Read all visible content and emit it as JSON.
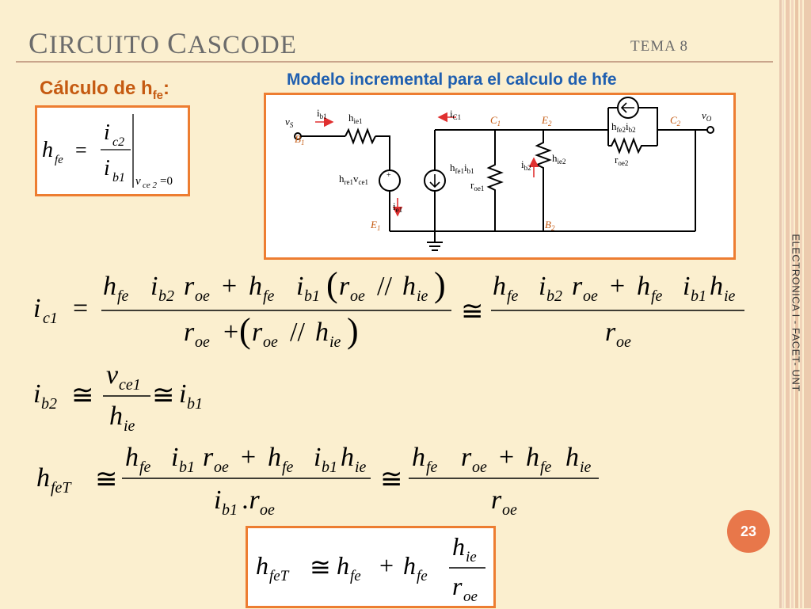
{
  "slide": {
    "title_first": "C",
    "title_rest1": "IRCUITO ",
    "title_second": "C",
    "title_rest2": "ASCODE",
    "tema": "TEMA 8",
    "calc_label": "Cálculo de h",
    "calc_label_sub": "fe",
    "calc_label_colon": ":",
    "model_title": "Modelo incremental para el calculo de hfe",
    "side_label": "ELECTRONICA I - FACET- UNT",
    "page_number": "23"
  },
  "colors": {
    "background": "#fbefcf",
    "accent_orange": "#ed7d31",
    "title_gray": "#6b6b6b",
    "model_title_blue": "#1f5fb0",
    "label_orange": "#c55a11",
    "current_arrow_red": "#e03030",
    "page_badge": "#e8774a"
  },
  "circuit": {
    "vs": "v",
    "vs_sub": "S",
    "vo": "v",
    "vo_sub": "O",
    "B1": "B",
    "B1_sub": "1",
    "E1": "E",
    "E1_sub": "1",
    "C1": "C",
    "C1_sub": "1",
    "E2": "E",
    "E2_sub": "2",
    "B2": "B",
    "B2_sub": "2",
    "C2": "C",
    "C2_sub": "2",
    "ib1": "i",
    "ib1_sub": "b1",
    "hie1": "h",
    "hie1_sub": "ie1",
    "hre1vce1_h": "h",
    "hre1vce1_sub1": "re1",
    "hre1vce1_v": "v",
    "hre1vce1_sub2": "ce1",
    "ie1": "i",
    "ie1_sub": "e1",
    "iC1": "i",
    "iC1_sub": "C1",
    "hfe1ib1_h": "h",
    "hfe1ib1_sub1": "fe1",
    "hfe1ib1_i": "i",
    "hfe1ib1_sub2": "b1",
    "roe1": "r",
    "roe1_sub": "oe1",
    "ib2": "i",
    "ib2_sub": "b2",
    "hie2": "h",
    "hie2_sub": "ie2",
    "hfe2ib2_h": "h",
    "hfe2ib2_sub1": "fe2",
    "hfe2ib2_i": "i",
    "hfe2ib2_sub2": "b2",
    "roe2": "r",
    "roe2_sub": "oe2"
  },
  "equations": {
    "def_lhs": "h",
    "def_lhs_sub": "fe",
    "def_eq": "=",
    "def_num": "i",
    "def_num_sub": "c2",
    "def_den": "i",
    "def_den_sub": "b1",
    "def_cond_v": "v",
    "def_cond_sub": "ce 2",
    "def_cond_val": "=0",
    "ic1_lhs": "i",
    "ic1_lhs_sub": "c1",
    "eq": "=",
    "approx": "≅",
    "plus": "+",
    "h": "h",
    "fe": "fe",
    "i": "i",
    "b2": "b2",
    "b1": "b1",
    "r": "r",
    "oe": "oe",
    "ie": "ie",
    "par": "//",
    "lp": "(",
    "rp": ")",
    "ib2_lhs": "i",
    "ib2_lhs_sub": "b2",
    "v": "v",
    "ce1": "ce1",
    "hfeT_lhs": "h",
    "hfeT_sub": "feT",
    "dot_r": ".r"
  }
}
